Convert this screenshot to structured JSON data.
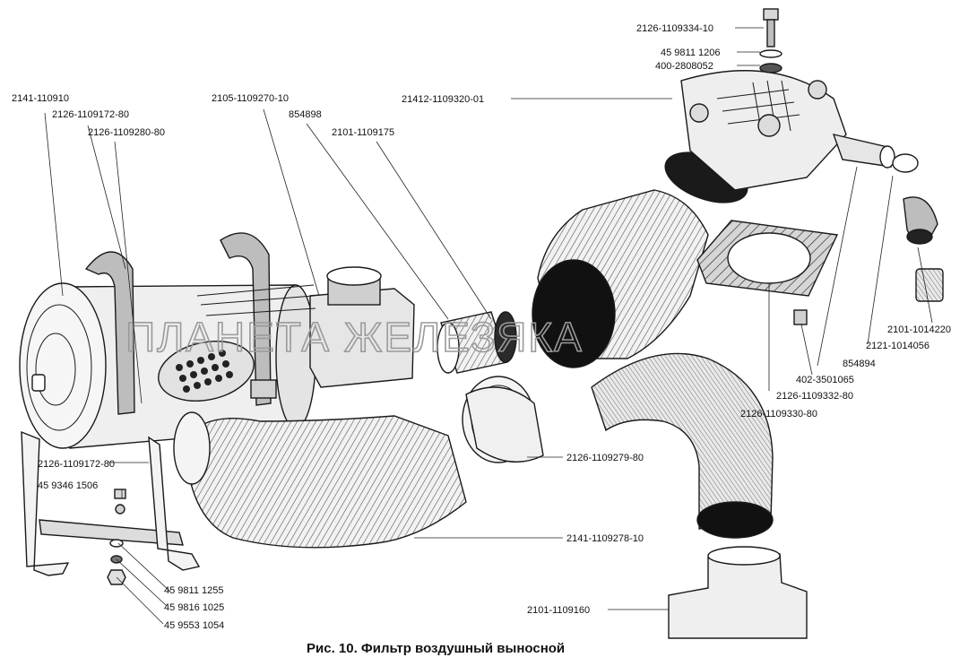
{
  "caption": "Рис. 10. Фильтр воздушный выносной",
  "watermark": "ПЛАНЕТА ЖЕЛЕЗЯКА",
  "colors": {
    "ink": "#1a1a1a",
    "paper": "#ffffff",
    "shade": "#cfcfcf",
    "dark": "#111111",
    "watermark": "#9a9a9a"
  },
  "labels": {
    "bolt": "2126-1109334-10",
    "washer_1206": "45 9811 1206",
    "seal": "400-2808052",
    "cover": "21412-1109320-01",
    "filter_assy": "2141-110910",
    "band_top": "2126-1109172-80",
    "band_bracket": "2126-1109280-80",
    "housing": "2105-1109270-10",
    "clamp_854898": "854898",
    "hose_1109175": "2101-1109175",
    "hose_1014220": "2101-1014220",
    "clamp_1014056": "2121-1014056",
    "clamp_854894": "854894",
    "nut_3501065": "402-3501065",
    "gasket": "2126-1109332-80",
    "corr_hose": "2126-1109330-80",
    "band_lower": "2126-1109172-80",
    "bolt_1506": "45 9346 1506",
    "washer_1255": "45 9811 1255",
    "washer_1025": "45 9816 1025",
    "nut_1054": "45 9553 1054",
    "sleeve": "2126-1109279-80",
    "bellows": "2141-1109278-10",
    "intake_pipe": "2101-1109160"
  }
}
